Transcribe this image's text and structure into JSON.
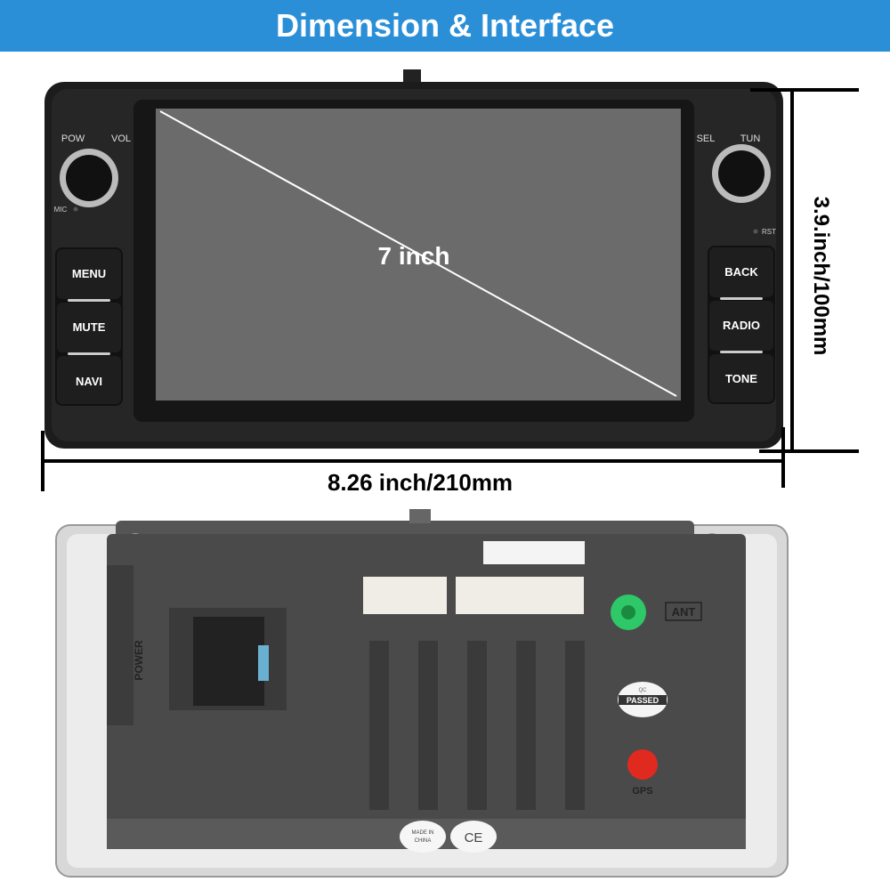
{
  "header": {
    "title": "Dimension & Interface"
  },
  "front": {
    "screen_size": "7 inch",
    "labels": {
      "pow": "POW",
      "vol": "VOL",
      "sel": "SEL",
      "tun": "TUN",
      "mic": "MIC",
      "rst": "RST"
    },
    "left_buttons": [
      "MENU",
      "MUTE",
      "NAVI"
    ],
    "right_buttons": [
      "BACK",
      "RADIO",
      "TONE"
    ]
  },
  "dimensions": {
    "height": "3.9.inch/100mm",
    "width": "8.26 inch/210mm"
  },
  "back": {
    "power_label": "POWER",
    "ant_label": "ANT",
    "qc_top": "QC",
    "qc_label": "PASSED",
    "gps_label": "GPS",
    "made_in_label": "MADE IN",
    "china_label": "CHINA",
    "ce_label": "CE"
  },
  "colors": {
    "header": "#2b8fd8",
    "screen": "#6b6b6b",
    "body": "#1c1c1c"
  }
}
